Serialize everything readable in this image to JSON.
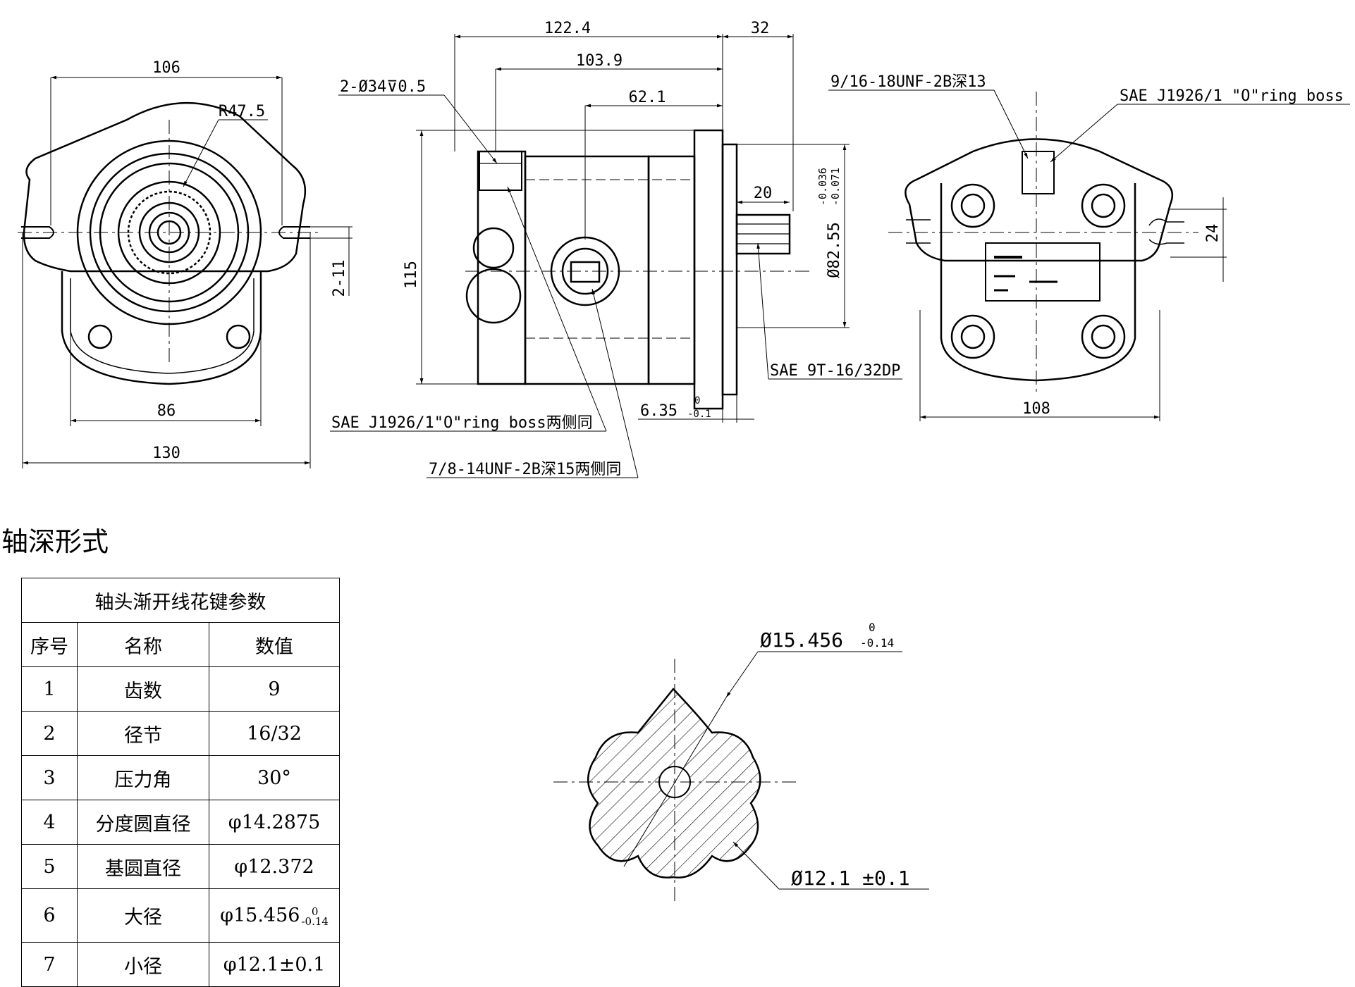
{
  "views": {
    "front": {
      "dim_106": "106",
      "dim_r475": "R47.5",
      "dim_2_11": "2-11",
      "dim_86": "86",
      "dim_130": "130"
    },
    "side": {
      "dim_1224": "122.4",
      "dim_32": "32",
      "dim_1039": "103.9",
      "dim_621": "62.1",
      "port_spec": "2-Ø34⊽0.5",
      "dim_115": "115",
      "dim_20": "20",
      "tol_upper": "-0.036",
      "tol_lower": "-0.071",
      "dim_8255": "Ø82.55",
      "shaft_spec": "SAE 9T-16/32DP",
      "dim_635": "6.35",
      "tol635_upper": "0",
      "tol635_lower": "-0.1",
      "boss_note": "SAE J1926/1\"O\"ring boss两侧同",
      "thread_note": "7/8-14UNF-2B深15两侧同"
    },
    "rear": {
      "thread_spec": "9/16-18UNF-2B深13",
      "boss_spec": "SAE J1926/1 \"O\"ring boss",
      "dim_24": "24",
      "dim_108": "108"
    }
  },
  "section_title": "轴深形式",
  "table": {
    "title": "轴头渐开线花键参数",
    "headers": [
      "序号",
      "名称",
      "数值"
    ],
    "rows": [
      {
        "no": "1",
        "name": "齿数",
        "value": "9"
      },
      {
        "no": "2",
        "name": "径节",
        "value": "16/32"
      },
      {
        "no": "3",
        "name": "压力角",
        "value": "30°"
      },
      {
        "no": "4",
        "name": "分度圆直径",
        "value": "φ14.2875"
      },
      {
        "no": "5",
        "name": "基圆直径",
        "value": "φ12.372"
      },
      {
        "no": "6",
        "name": "大径",
        "value": "φ15.456",
        "tol_upper": "0",
        "tol_lower": "-0.14"
      },
      {
        "no": "7",
        "name": "小径",
        "value": "φ12.1±0.1"
      }
    ]
  },
  "spline_detail": {
    "major_dia": "Ø15.456",
    "major_tol_upper": "0",
    "major_tol_lower": "-0.14",
    "minor_dia": "Ø12.1 ±0.1"
  }
}
